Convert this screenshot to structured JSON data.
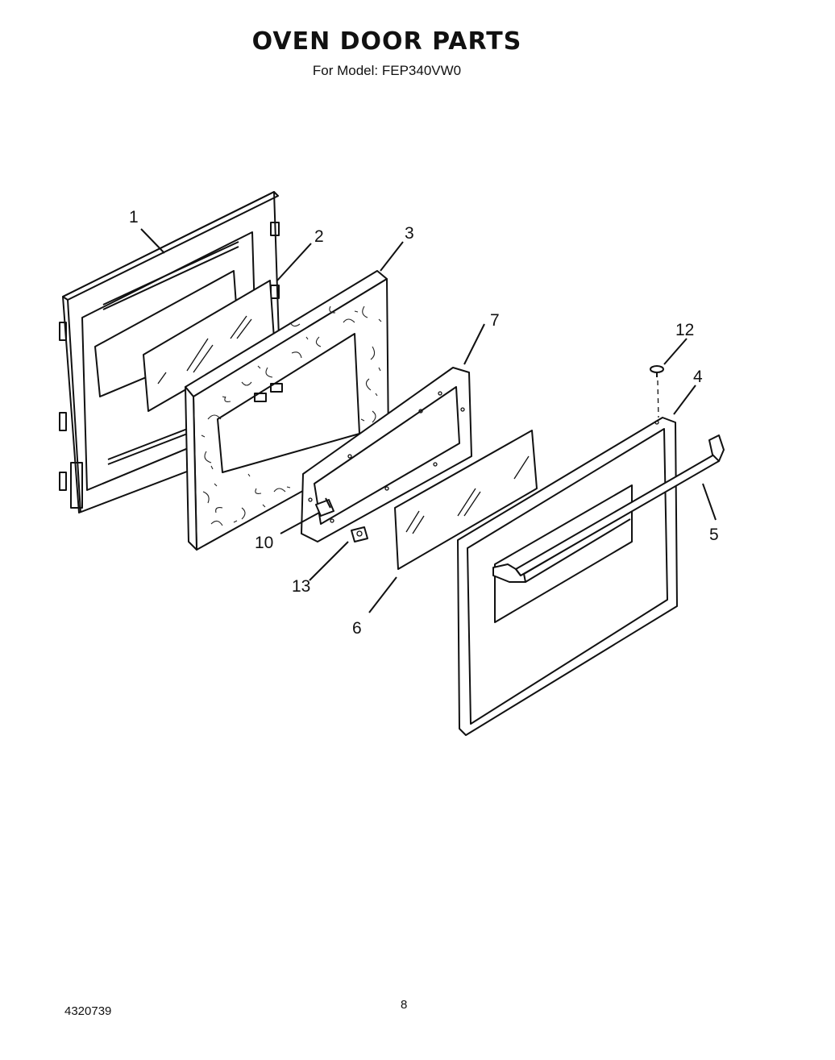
{
  "header": {
    "title": "OVEN DOOR PARTS",
    "subtitle": "For Model: FEP340VW0"
  },
  "footer": {
    "doc_number": "4320739",
    "page_number": "8"
  },
  "callouts": {
    "c1": "1",
    "c2": "2",
    "c3": "3",
    "c4": "4",
    "c5": "5",
    "c6": "6",
    "c7": "7",
    "c10": "10",
    "c12": "12",
    "c13": "13"
  }
}
